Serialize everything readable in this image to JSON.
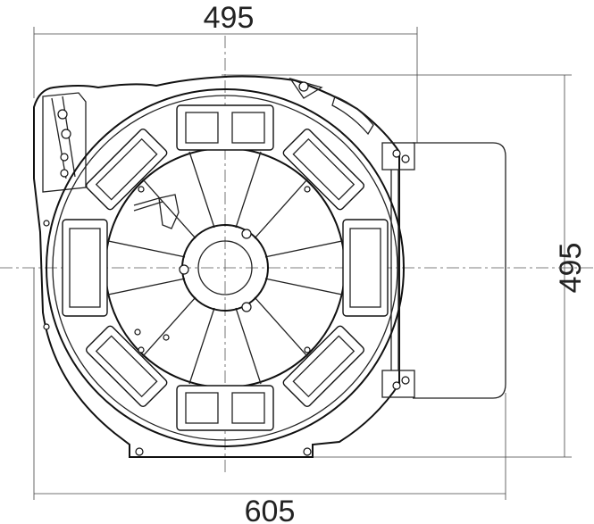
{
  "dimensions": {
    "top_width": "495",
    "right_height": "495",
    "bottom_width": "605"
  }
}
